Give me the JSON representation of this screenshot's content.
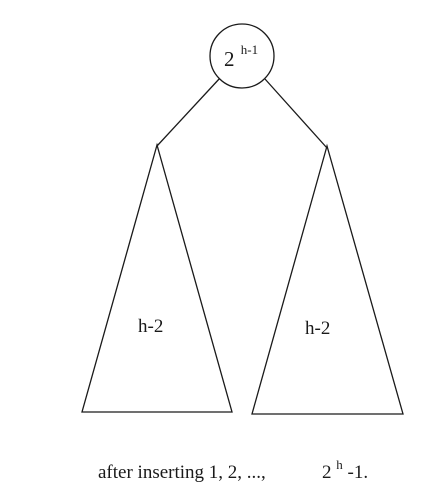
{
  "root": {
    "base": "2",
    "exponent": "h-1"
  },
  "left_subtree": {
    "label": "h-2"
  },
  "right_subtree": {
    "label": "h-2"
  },
  "caption": {
    "text": "after inserting 1, 2, ...,",
    "value_base": "2",
    "value_exponent": "h",
    "value_suffix": "-1."
  }
}
